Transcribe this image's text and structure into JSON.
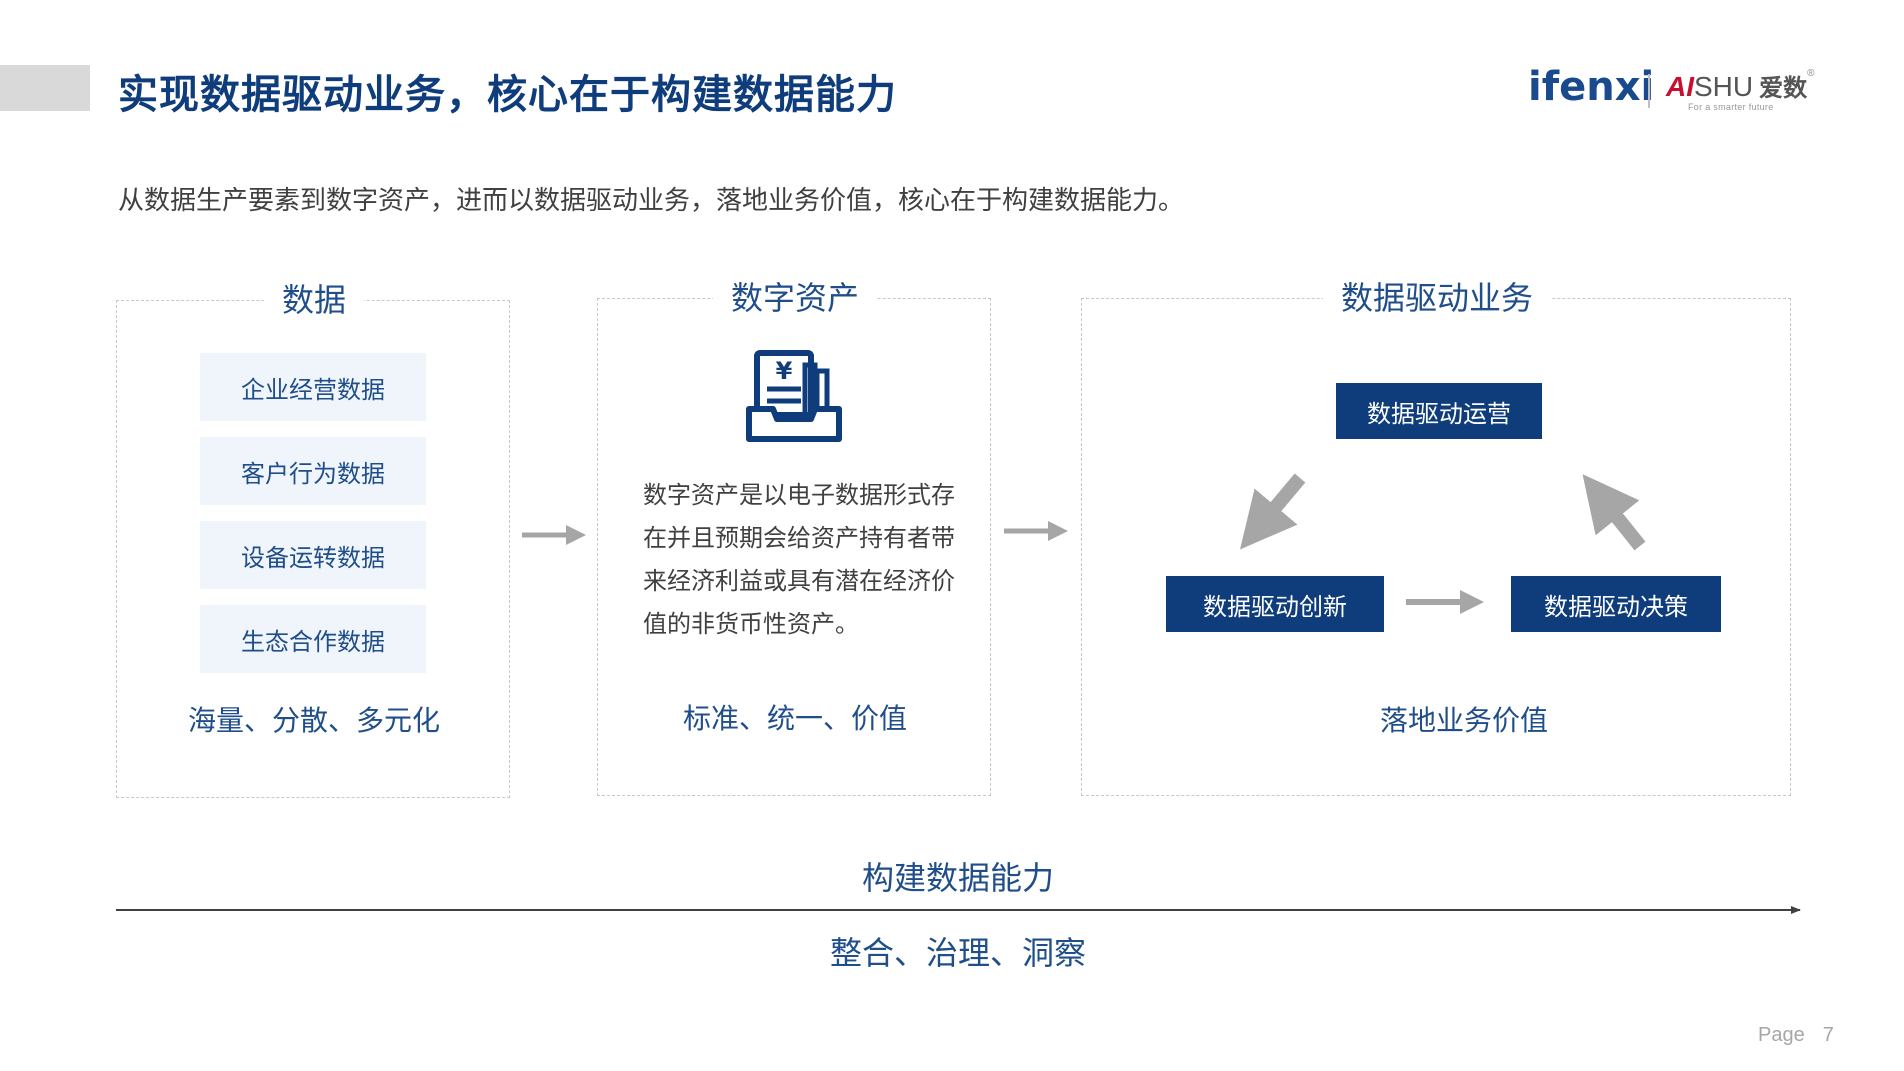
{
  "header": {
    "title": "实现数据驱动业务，核心在于构建数据能力",
    "logo_ifenxi": "ifenxi",
    "logo_aishu_ai": "AI",
    "logo_aishu_shu": "SHU",
    "logo_aishu_cn": "爱数",
    "logo_aishu_reg": "®",
    "logo_tagline": "For a smarter future"
  },
  "subtitle": "从数据生产要素到数字资产，进而以数据驱动业务，落地业务价值，核心在于构建数据能力。",
  "panels": {
    "data": {
      "title": "数据",
      "items": [
        "企业经营数据",
        "客户行为数据",
        "设备运转数据",
        "生态合作数据"
      ],
      "footer": "海量、分散、多元化"
    },
    "asset": {
      "title": "数字资产",
      "icon": "digital-asset-document-icon",
      "icon_glyph": "¥",
      "description": "数字资产是以电子数据形式存在并且预期会给资产持有者带来经济利益或具有潜在经济价值的非货币性资产。",
      "footer": "标准、统一、价值"
    },
    "business": {
      "title": "数据驱动业务",
      "nodes": {
        "operation": "数据驱动运营",
        "innovation": "数据驱动创新",
        "decision": "数据驱动决策"
      },
      "footer": "落地业务价值"
    }
  },
  "bottom": {
    "title": "构建数据能力",
    "subtitle": "整合、治理、洞察"
  },
  "page": {
    "label": "Page",
    "number": "7"
  },
  "colors": {
    "primary_dark": "#0f3d7c",
    "primary_text": "#1f4e8a",
    "item_bg": "#f0f5fb",
    "arrow_gray": "#a6a6a6",
    "divider": "#c8c8c8",
    "brand_red": "#c8102e"
  }
}
